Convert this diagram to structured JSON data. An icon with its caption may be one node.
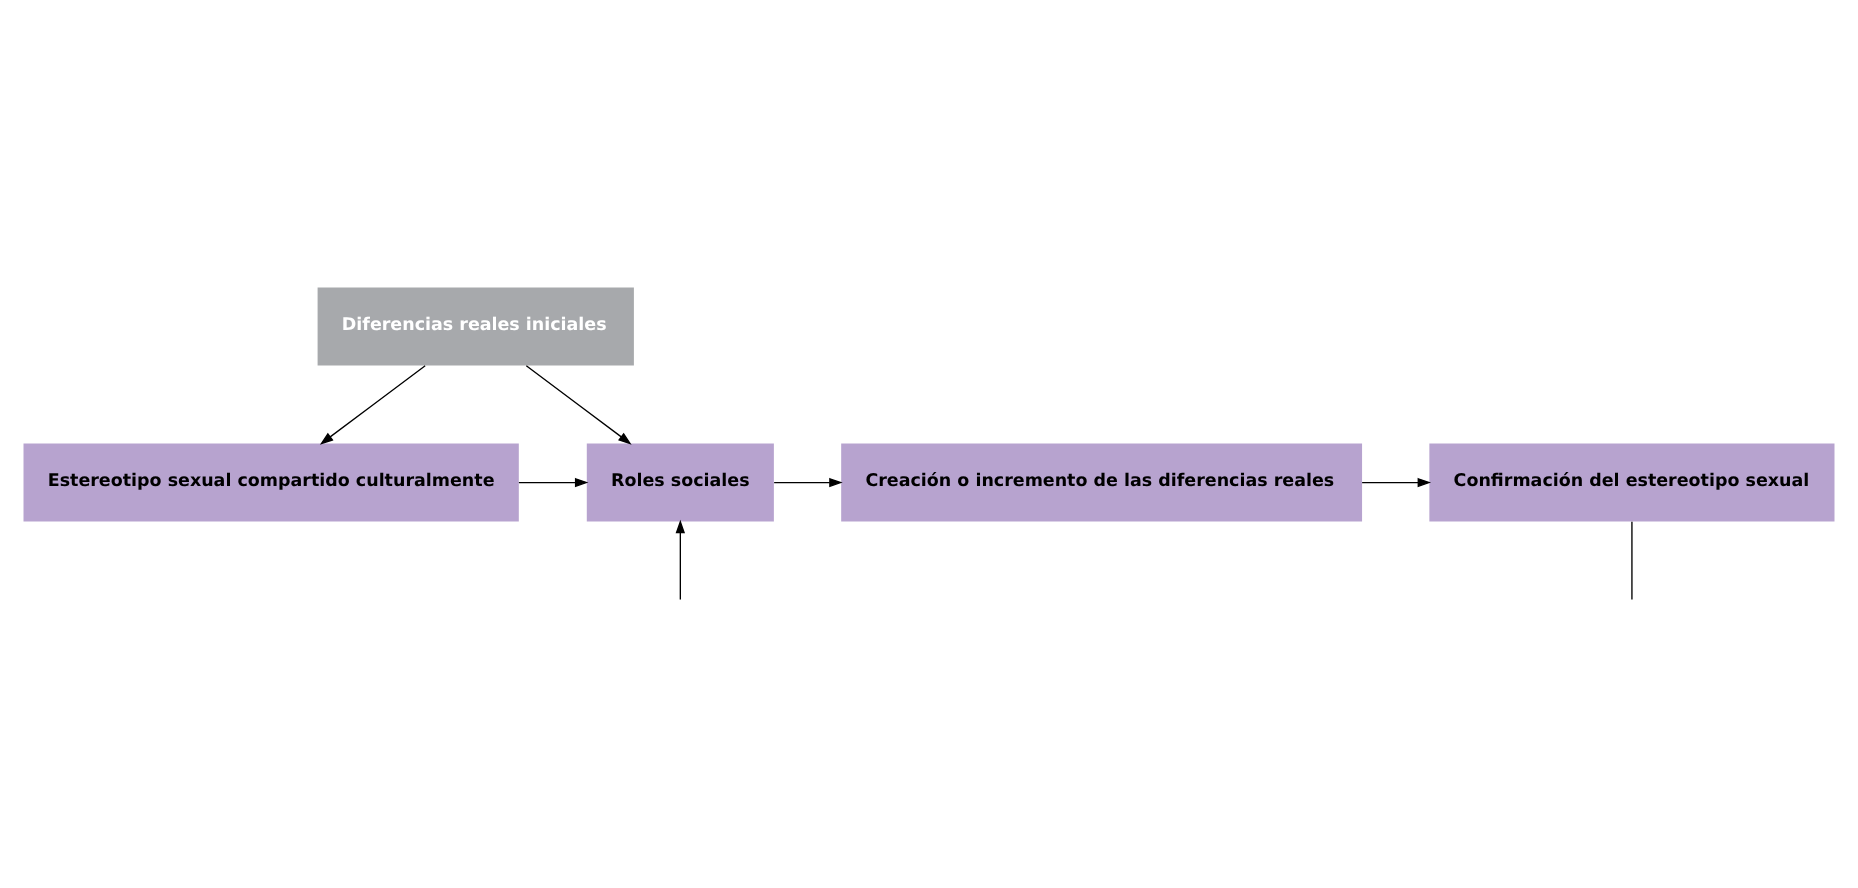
{
  "diagram": {
    "nodes": [
      {
        "text": [
          "Diferencias reales iniciales"
        ]
      },
      {
        "text": [
          "Estereotipo sexual compartido culturalmente"
        ]
      },
      {
        "text": [
          "Roles sociales"
        ]
      },
      {
        "text": [
          "Creación o incremento de las diferencias reales"
        ]
      },
      {
        "text": [
          "Confirmación del estereotipo sexual"
        ]
      }
    ],
    "edges": [
      {
        "from": 0,
        "to": 1,
        "arrow": "to"
      },
      {
        "from": 0,
        "to": 2,
        "arrow": "to"
      },
      {
        "from": 1,
        "to": 2,
        "arrow": "to"
      },
      {
        "from": 2,
        "to": 3,
        "arrow": "to"
      },
      {
        "from": 3,
        "to": 4,
        "arrow": "to"
      },
      {
        "from": null,
        "to": 2,
        "arrow": "to"
      },
      {
        "from": 4,
        "to": null,
        "arrow": "none"
      }
    ]
  }
}
